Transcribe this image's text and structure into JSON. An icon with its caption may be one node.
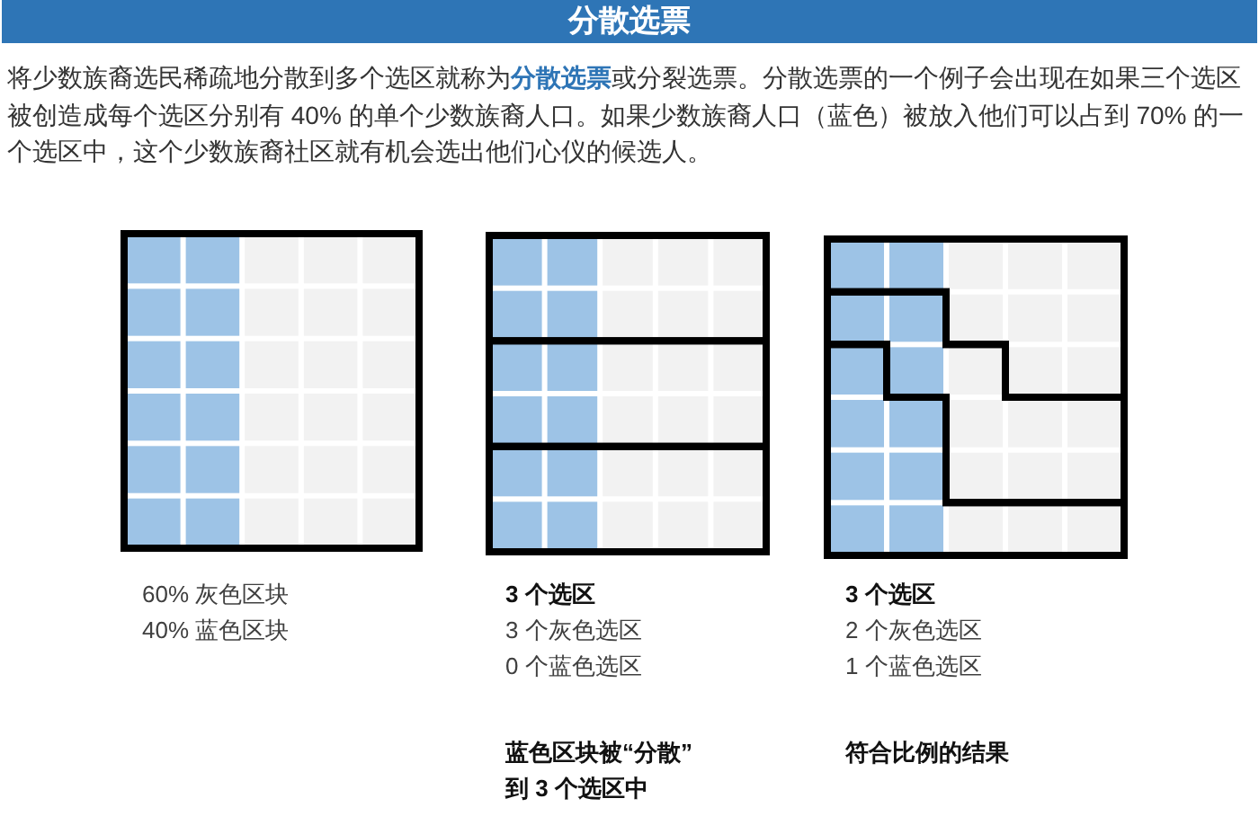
{
  "diagram": {
    "title": "分散选票",
    "labels": [
      "将少数族裔选民稀疏地分散到多个选区就称为**分散选票**或分裂选票。分散选票的一个例子会出现在如果三个选区被创造成每个选区分别有 40% 的单个少数族裔人口。如果少数族裔人口（蓝色）被放入他们可以占到 70% 的一个选区中，这个少数族裔社区就有机会选出他们心仪的候选人。",
      "60% 灰色区块",
      "40% 蓝色区块",
      "3 个选区",
      "3 个灰色选区",
      "0 个蓝色选区",
      "蓝色区块被“分散”到 3 个选区中",
      "3 个选区",
      "2 个灰色选区",
      "1 个蓝色选区",
      "符合比例的结果"
    ]
  }
}
